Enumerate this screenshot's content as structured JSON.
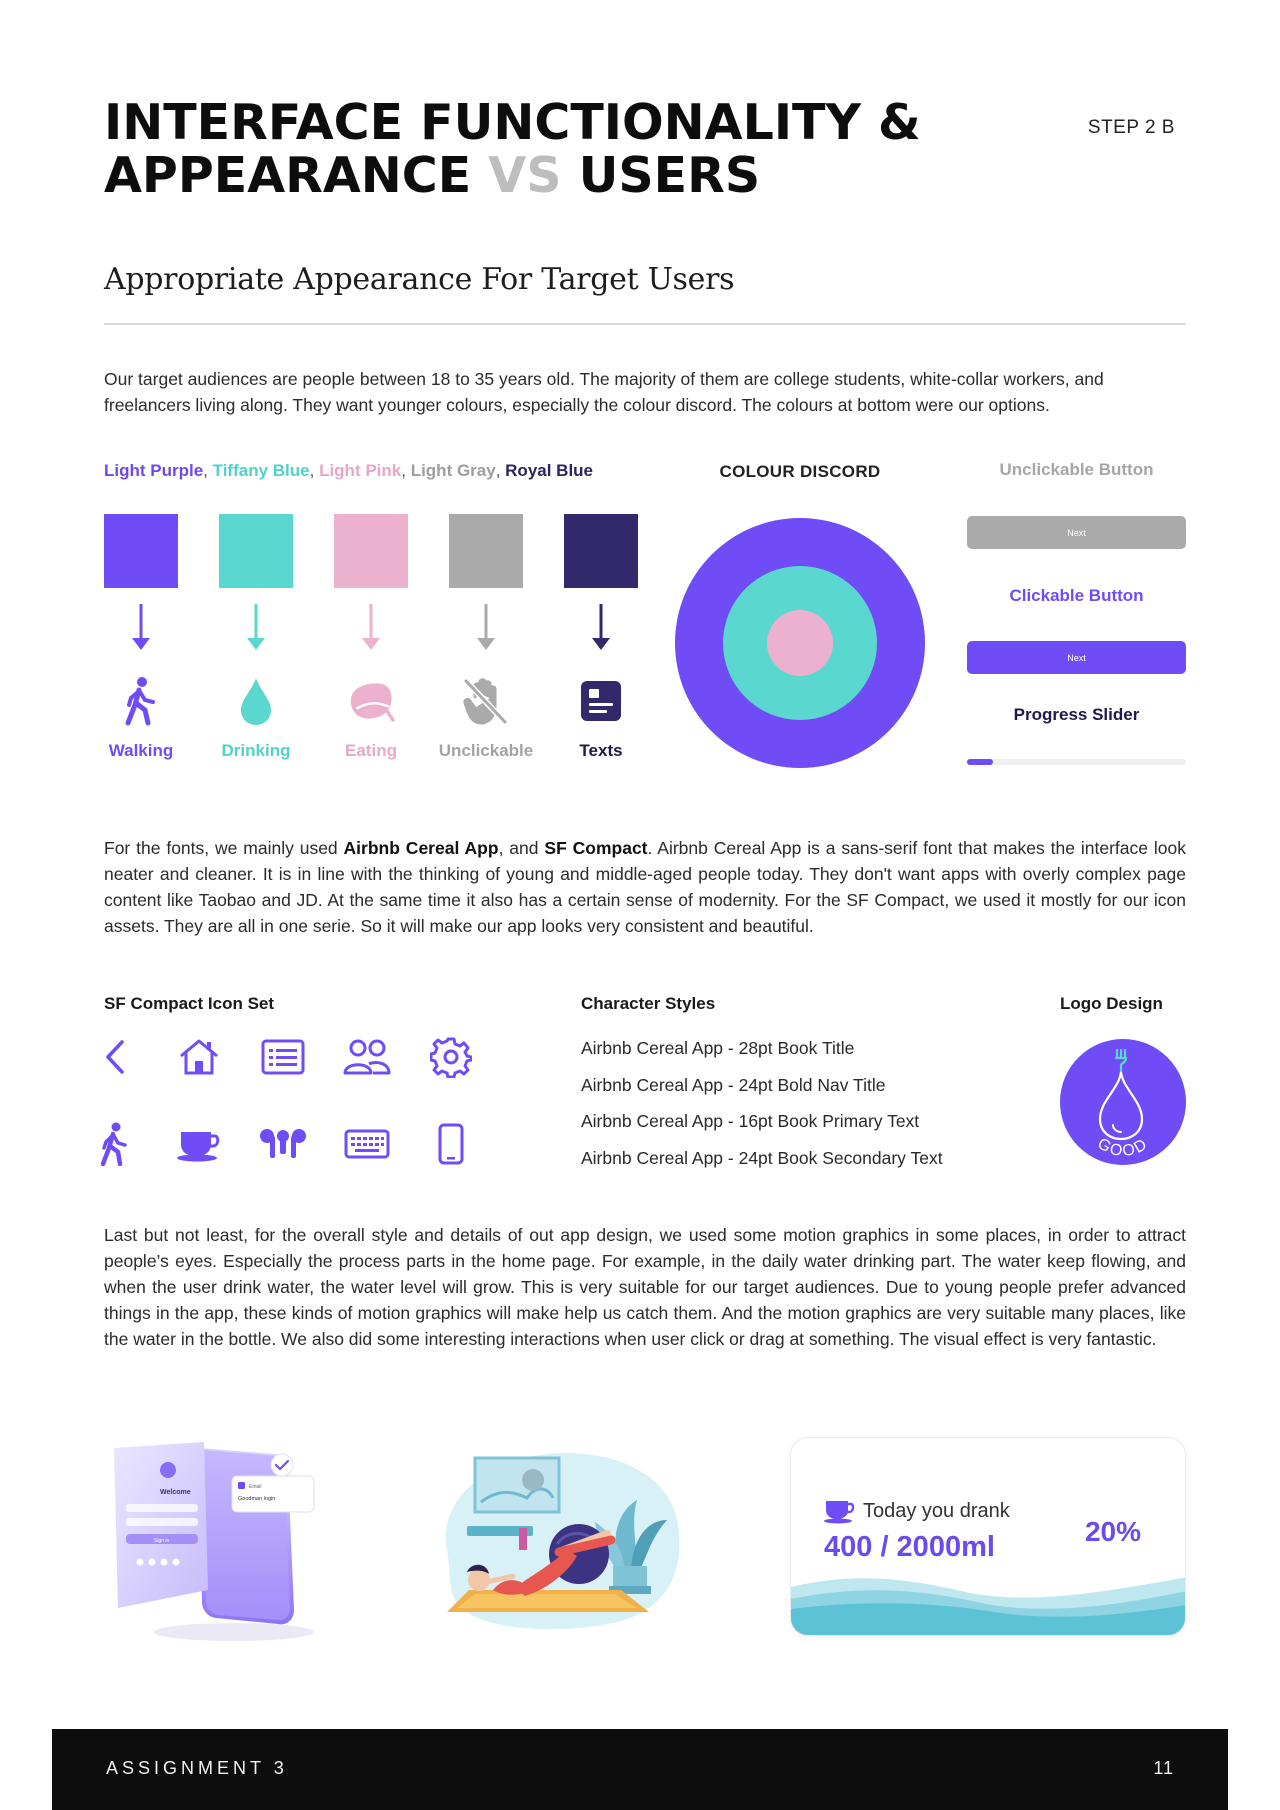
{
  "header": {
    "title_line1": "INTERFACE FUNCTIONALITY &",
    "title_line2_a": "APPEARANCE ",
    "title_line2_vs": "VS",
    "title_line2_b": " USERS",
    "step": "STEP 2 B"
  },
  "section_title": "Appropriate Appearance For Target Users",
  "intro": "Our target audiences are people between 18 to 35 years old. The majority of them are college students, white-collar workers, and freelancers living along. They want younger colours, especially the colour discord. The colours at bottom were our options.",
  "palette": {
    "names": [
      {
        "label": "Light Purple",
        "color": "#7048f3"
      },
      {
        "label": "Tiffany Blue",
        "color": "#4fd3c8"
      },
      {
        "label": "Light Pink",
        "color": "#eaa6c8"
      },
      {
        "label": "Light Gray",
        "color": "#9e9e9e"
      },
      {
        "label": "Royal Blue",
        "color": "#2c245e"
      }
    ],
    "separator": ", ",
    "swatches": [
      {
        "color": "#6f4cf6",
        "use": "Walking",
        "icon": "walking-icon",
        "label_color": "#6f4cf6"
      },
      {
        "color": "#5ad7cf",
        "use": "Drinking",
        "icon": "water-drop-icon",
        "label_color": "#4fd3c8"
      },
      {
        "color": "#ebb1cf",
        "use": "Eating",
        "icon": "leaf-icon",
        "label_color": "#eaa6c8"
      },
      {
        "color": "#aaaaaa",
        "use": "Unclickable",
        "icon": "no-touch-icon",
        "label_color": "#a3a3a3"
      },
      {
        "color": "#32296c",
        "use": "Texts",
        "icon": "text-document-icon",
        "label_color": "#1e1a4a"
      }
    ]
  },
  "colour_discord": {
    "title": "COLOUR DISCORD",
    "rings": [
      "#6f4cf6",
      "#5ad7cf",
      "#ebb1cf"
    ]
  },
  "buttons": {
    "unclickable_heading": "Unclickable Button",
    "unclickable_label": "Next",
    "unclickable_color": "#aaaaaa",
    "clickable_heading": "Clickable Button",
    "clickable_label": "Next",
    "clickable_color": "#6f4cf6",
    "slider_heading": "Progress Slider",
    "slider_progress": 0.12
  },
  "fonts_paragraph": {
    "p1": "For the fonts, we mainly used ",
    "font1": "Airbnb Cereal App",
    "p2": ", and ",
    "font2": "SF Compact",
    "p3": ". Airbnb Cereal App is a sans-serif font that makes the interface look neater and cleaner. It is in line with the thinking of young and middle-aged people today. They don't want apps with overly complex page content like Taobao and JD. At the same time it also has a certain sense of modernity. For the SF Compact, we used it mostly for our icon assets. They are all in one serie. So it will make our app looks very consistent and beautiful."
  },
  "icon_set": {
    "heading": "SF Compact Icon Set",
    "icons_row1": [
      "back-chevron-icon",
      "home-icon",
      "list-icon",
      "people-icon",
      "gear-icon"
    ],
    "icons_row2": [
      "walking-icon",
      "coffee-cup-icon",
      "earbuds-icon",
      "keyboard-icon",
      "phone-icon"
    ]
  },
  "character_styles": {
    "heading": "Character Styles",
    "items": [
      "Airbnb Cereal App - 28pt Book Title",
      "Airbnb Cereal App - 24pt Bold Nav Title",
      "Airbnb Cereal App - 16pt Book Primary Text",
      "Airbnb Cereal App - 24pt Book Secondary Text"
    ]
  },
  "logo": {
    "heading": "Logo Design",
    "text": "GOOD",
    "color": "#6f4cf6"
  },
  "motion_paragraph": "Last but not least, for the overall style and details of out app design, we used some motion graphics in some places, in order to attract people’s eyes. Especially the process parts in the home page. For example, in the daily water drinking part. The water keep flowing, and when the user drink water, the water level will grow. This is very suitable for our target audiences. Due to young people prefer advanced things in the app, these kinds of motion graphics will make help us catch them. And the motion graphics are very suitable many places, like the water in the bottle. We also did some interesting interactions when user click or drag at something. The visual effect is very fantastic.",
  "phone_mockup": {
    "welcome": "Welcome",
    "card_label": "Email",
    "card_text": "Goodman login",
    "button": "Sign in"
  },
  "water_card": {
    "label": "Today you drank",
    "value": "400 / 2000ml",
    "percent": "20%",
    "icon": "coffee-cup-icon"
  },
  "footer": {
    "left": "ASSIGNMENT 3",
    "right": "11"
  }
}
